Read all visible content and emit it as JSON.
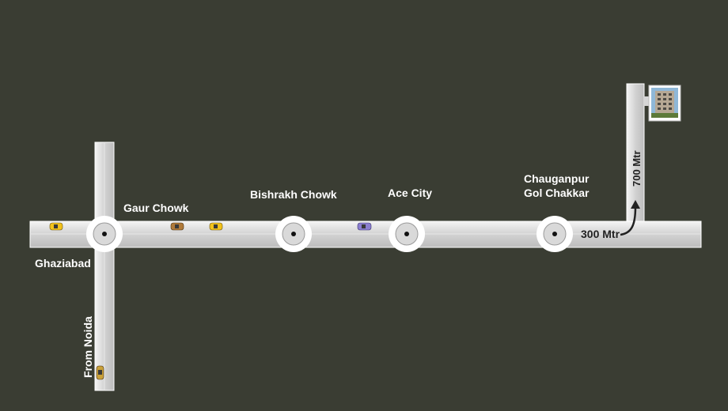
{
  "colors": {
    "background": "#3a3d33",
    "road": "#d6d6d6",
    "road_edge": "#ffffff",
    "roundabout_ring": "#ffffff",
    "roundabout_inner": "#d9d9d9",
    "label": "#ffffff",
    "arrow": "#222222"
  },
  "labels": {
    "gaur_chowk": "Gaur Chowk",
    "ghaziabad": "Ghaziabad",
    "from_noida": "From Noida",
    "bishrakh_chowk": "Bishrakh Chowk",
    "ace_city": "Ace City",
    "chauganpur_line1": "Chauganpur",
    "chauganpur_line2": "Gol Chakkar",
    "dist_300": "300 Mtr",
    "dist_700": "700 Mtr"
  },
  "icons": {
    "roundabout": "roundabout-icon",
    "car": "car-icon",
    "destination": "building-icon",
    "turn": "arrow-up-icon"
  },
  "car_colors": [
    "#f2c21b",
    "#b07a3a",
    "#f2c21b",
    "#8b7fd0",
    "#c9a13a"
  ]
}
